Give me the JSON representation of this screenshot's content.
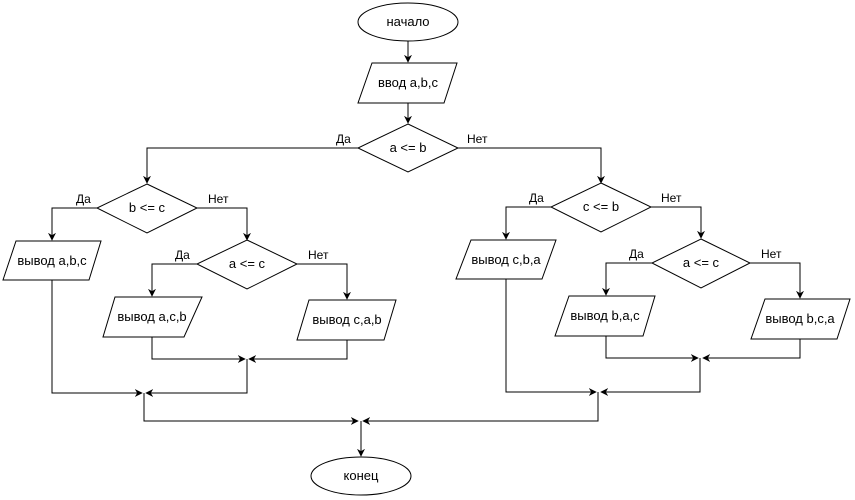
{
  "diagram": {
    "type": "flowchart",
    "title": "Sort three numbers a, b, c",
    "colors": {
      "stroke": "#000000",
      "fill": "#ffffff",
      "text": "#000000"
    },
    "nodes": {
      "start": {
        "kind": "terminator",
        "text": "начало"
      },
      "input": {
        "kind": "io",
        "text": "ввод a,b,c"
      },
      "d1": {
        "kind": "decision",
        "text": "a <= b"
      },
      "d2": {
        "kind": "decision",
        "text": "b <= c"
      },
      "d3": {
        "kind": "decision",
        "text": "a <= c"
      },
      "d4": {
        "kind": "decision",
        "text": "c <= b"
      },
      "d5": {
        "kind": "decision",
        "text": "a <= c"
      },
      "o1": {
        "kind": "io",
        "text": "вывод a,b,c"
      },
      "o2": {
        "kind": "io",
        "text": "вывод a,c,b"
      },
      "o3": {
        "kind": "io",
        "text": "вывод c,a,b"
      },
      "o4": {
        "kind": "io",
        "text": "вывод c,b,a"
      },
      "o5": {
        "kind": "io",
        "text": "вывод b,a,c"
      },
      "o6": {
        "kind": "io",
        "text": "вывод b,c,a"
      },
      "end": {
        "kind": "terminator",
        "text": "конец"
      }
    },
    "branch_labels": {
      "d1_yes": "Да",
      "d1_no": "Нет",
      "d2_yes": "Да",
      "d2_no": "Нет",
      "d3_yes": "Да",
      "d3_no": "Нет",
      "d4_yes": "Да",
      "d4_no": "Нет",
      "d5_yes": "Да",
      "d5_no": "Нет"
    },
    "edges": [
      {
        "from": "start",
        "to": "input"
      },
      {
        "from": "input",
        "to": "d1"
      },
      {
        "from": "d1",
        "to": "d2",
        "label": "Да"
      },
      {
        "from": "d1",
        "to": "d4",
        "label": "Нет"
      },
      {
        "from": "d2",
        "to": "o1",
        "label": "Да"
      },
      {
        "from": "d2",
        "to": "d3",
        "label": "Нет"
      },
      {
        "from": "d3",
        "to": "o2",
        "label": "Да"
      },
      {
        "from": "d3",
        "to": "o3",
        "label": "Нет"
      },
      {
        "from": "d4",
        "to": "o4",
        "label": "Да"
      },
      {
        "from": "d4",
        "to": "d5",
        "label": "Нет"
      },
      {
        "from": "d5",
        "to": "o5",
        "label": "Да"
      },
      {
        "from": "d5",
        "to": "o6",
        "label": "Нет"
      },
      {
        "from": "o1",
        "to": "end"
      },
      {
        "from": "o2",
        "to": "end"
      },
      {
        "from": "o3",
        "to": "end"
      },
      {
        "from": "o4",
        "to": "end"
      },
      {
        "from": "o5",
        "to": "end"
      },
      {
        "from": "o6",
        "to": "end"
      }
    ]
  }
}
